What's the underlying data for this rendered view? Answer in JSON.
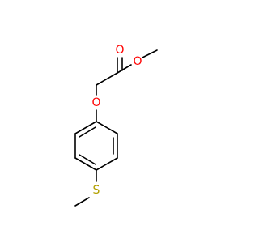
{
  "molecule": {
    "atoms": [
      {
        "id": "carbonyl-oxygen",
        "symbol": "O",
        "color": "#ff0000"
      },
      {
        "id": "ester-oxygen",
        "symbol": "O",
        "color": "#ff0000"
      },
      {
        "id": "ether-oxygen",
        "symbol": "O",
        "color": "#ff0000"
      },
      {
        "id": "sulfur",
        "symbol": "S",
        "color": "#b2a000"
      }
    ],
    "bond_color": "#000000"
  }
}
